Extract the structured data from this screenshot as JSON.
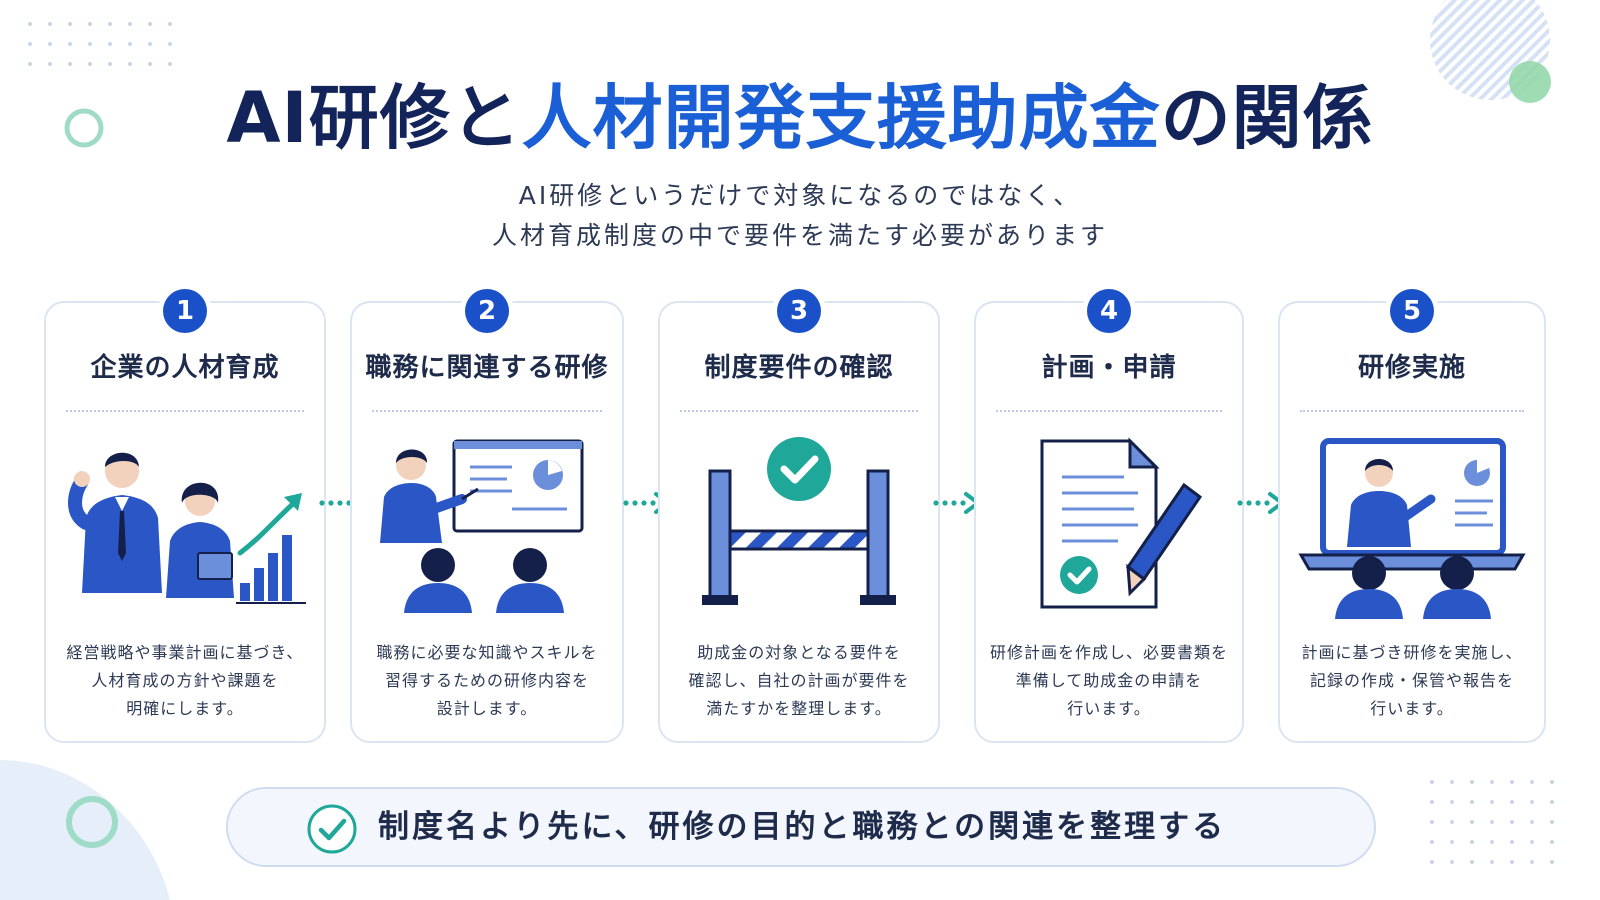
{
  "title": {
    "part1": "AI研修と",
    "highlight": "人材開発支援助成金",
    "part2": "の関係"
  },
  "subtitle": {
    "line1": "AI研修というだけで対象になるのではなく、",
    "line2": "人材育成制度の中で要件を満たす必要があります"
  },
  "steps": [
    {
      "number": "1",
      "title": "企業の人材育成",
      "desc": [
        "経営戦略や事業計画に基づき、",
        "人材育成の方針や課題を",
        "明確にします。"
      ]
    },
    {
      "number": "2",
      "title": "職務に関連する研修",
      "desc": [
        "職務に必要な知識やスキルを",
        "習得するための研修内容を",
        "設計します。"
      ]
    },
    {
      "number": "3",
      "title": "制度要件の確認",
      "desc": [
        "助成金の対象となる要件を",
        "確認し、自社の計画が要件を",
        "満たすかを整理します。"
      ]
    },
    {
      "number": "4",
      "title": "計画・申請",
      "desc": [
        "研修計画を作成し、必要書類を",
        "準備して助成金の申請を",
        "行います。"
      ]
    },
    {
      "number": "5",
      "title": "研修実施",
      "desc": [
        "計画に基づき研修を実施し、",
        "記録の作成・保管や報告を",
        "行います。"
      ]
    }
  ],
  "footer": {
    "text": "制度名より先に、研修の目的と職務との関連を整理する"
  },
  "colors": {
    "navy": "#13245a",
    "accent_blue": "#1a5fd6",
    "badge_blue": "#1a50c8",
    "teal": "#1fa89a"
  }
}
